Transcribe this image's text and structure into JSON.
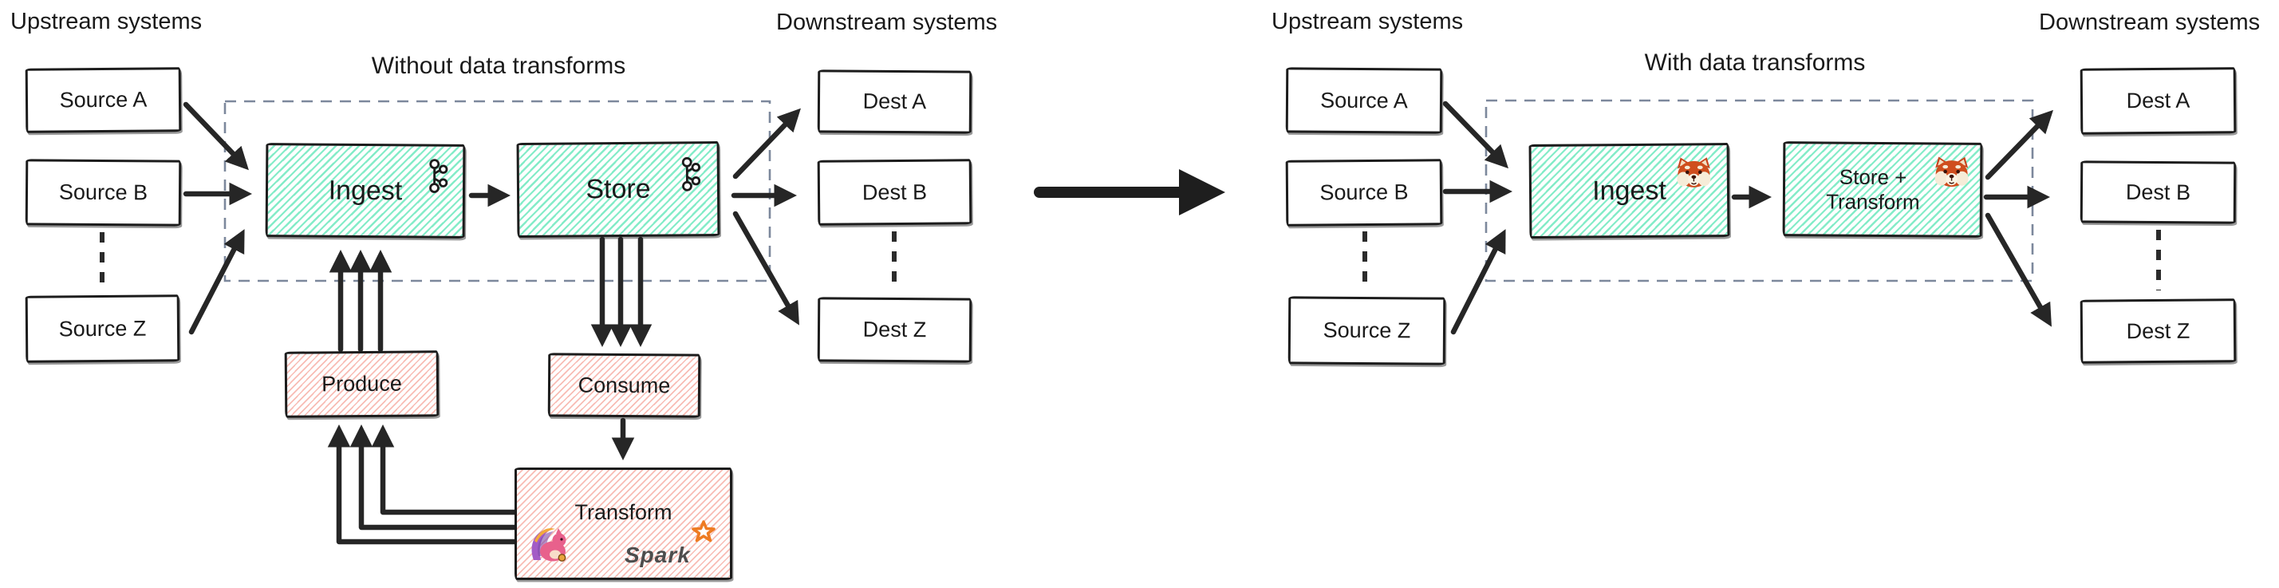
{
  "left": {
    "upstream_label": "Upstream systems",
    "downstream_label": "Downstream systems",
    "title": "Without data transforms",
    "sources": [
      "Source A",
      "Source B",
      "Source Z"
    ],
    "dests": [
      "Dest A",
      "Dest B",
      "Dest Z"
    ],
    "ingest": "Ingest",
    "store": "Store",
    "produce": "Produce",
    "consume": "Consume",
    "transform": "Transform",
    "spark_wordmark": "Spark",
    "ingest_icon": "kafka-logo",
    "store_icon": "kafka-logo",
    "transform_icons": [
      "flink-squirrel-logo",
      "spark-logo"
    ]
  },
  "right": {
    "upstream_label": "Upstream systems",
    "downstream_label": "Downstream systems",
    "title": "With data transforms",
    "sources": [
      "Source A",
      "Source B",
      "Source Z"
    ],
    "dests": [
      "Dest A",
      "Dest B",
      "Dest Z"
    ],
    "ingest": "Ingest",
    "store_transform_line1": "Store +",
    "store_transform_line2": "Transform",
    "ingest_icon": "redpanda-logo",
    "store_icon": "redpanda-logo"
  },
  "colors": {
    "teal_hatch": "#7debc5",
    "pink_hatch": "#f6b9b1",
    "box_border": "#1c1c1c",
    "dashed_boundary": "#7c889c",
    "arrow": "#262626",
    "text": "#1a1a1a",
    "spark_orange": "#ee7b22",
    "redpanda_orange": "#c9431c",
    "flink_pink": "#e8618c"
  }
}
